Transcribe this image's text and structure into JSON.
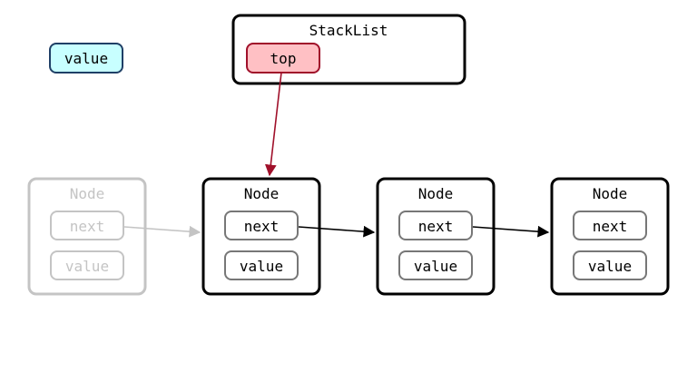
{
  "diagram": {
    "legend_value": "value",
    "stacklist": {
      "title": "StackList",
      "top_label": "top"
    },
    "nodes": [
      {
        "title": "Node",
        "next_label": "next",
        "value_label": "value",
        "faded": true
      },
      {
        "title": "Node",
        "next_label": "next",
        "value_label": "value",
        "faded": false
      },
      {
        "title": "Node",
        "next_label": "next",
        "value_label": "value",
        "faded": false
      },
      {
        "title": "Node",
        "next_label": "next",
        "value_label": "value",
        "faded": false
      }
    ]
  },
  "colors": {
    "legend_fill": "#c8ffff",
    "legend_stroke": "#1f3f66",
    "top_fill": "#ffc0c4",
    "top_stroke": "#a0102a",
    "top_arrow": "#a0102a",
    "node_stroke": "#000000",
    "field_stroke": "#777777",
    "faded": "#c4c4c4"
  }
}
